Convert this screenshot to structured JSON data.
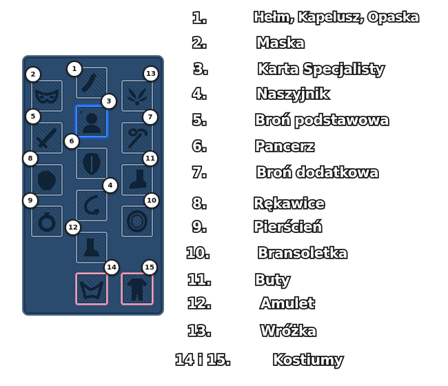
{
  "slots": [
    {
      "n": "1",
      "icon": "helmet-icon"
    },
    {
      "n": "2",
      "icon": "mask-icon"
    },
    {
      "n": "3",
      "icon": "specialist-card-icon"
    },
    {
      "n": "4",
      "icon": "necklace-icon"
    },
    {
      "n": "5",
      "icon": "main-weapon-icon"
    },
    {
      "n": "6",
      "icon": "armor-icon"
    },
    {
      "n": "7",
      "icon": "secondary-weapon-icon"
    },
    {
      "n": "8",
      "icon": "gloves-icon"
    },
    {
      "n": "9",
      "icon": "ring-icon"
    },
    {
      "n": "10",
      "icon": "bracelet-icon"
    },
    {
      "n": "11",
      "icon": "boots-icon"
    },
    {
      "n": "12",
      "icon": "amulet-icon"
    },
    {
      "n": "13",
      "icon": "fairy-icon"
    },
    {
      "n": "14",
      "icon": "costume-hat-icon"
    },
    {
      "n": "15",
      "icon": "costume-suit-icon"
    }
  ],
  "selected_slot_tag": "c",
  "legend": [
    {
      "num": "1.",
      "label": "Hełm, Kapelusz, Opaska"
    },
    {
      "num": "2.",
      "label": "Maska"
    },
    {
      "num": "3.",
      "label": "Karta Specjalisty"
    },
    {
      "num": "4.",
      "label": "Naszyjnik"
    },
    {
      "num": "5.",
      "label": "Broń podstawowa"
    },
    {
      "num": "6.",
      "label": "Pancerz"
    },
    {
      "num": "7.",
      "label": "Broń dodatkowa"
    },
    {
      "num": "8.",
      "label": "Rękawice"
    },
    {
      "num": "9.",
      "label": "Pierścień"
    },
    {
      "num": "10.",
      "label": "Bransoletka"
    },
    {
      "num": "11.",
      "label": "Buty"
    },
    {
      "num": "12.",
      "label": "Amulet"
    },
    {
      "num": "13.",
      "label": "Wróżka"
    },
    {
      "num": "14 i 15.",
      "label": "Kostiumy"
    }
  ],
  "colors": {
    "panel_bg": "#2a4a6e",
    "slot_border": "#7f96b0",
    "selected_border": "#3d8bff",
    "costume_border": "#e3a3b9",
    "badge_bg": "#ffffff",
    "legend_text": "#ffffff",
    "legend_outline": "#141414"
  }
}
